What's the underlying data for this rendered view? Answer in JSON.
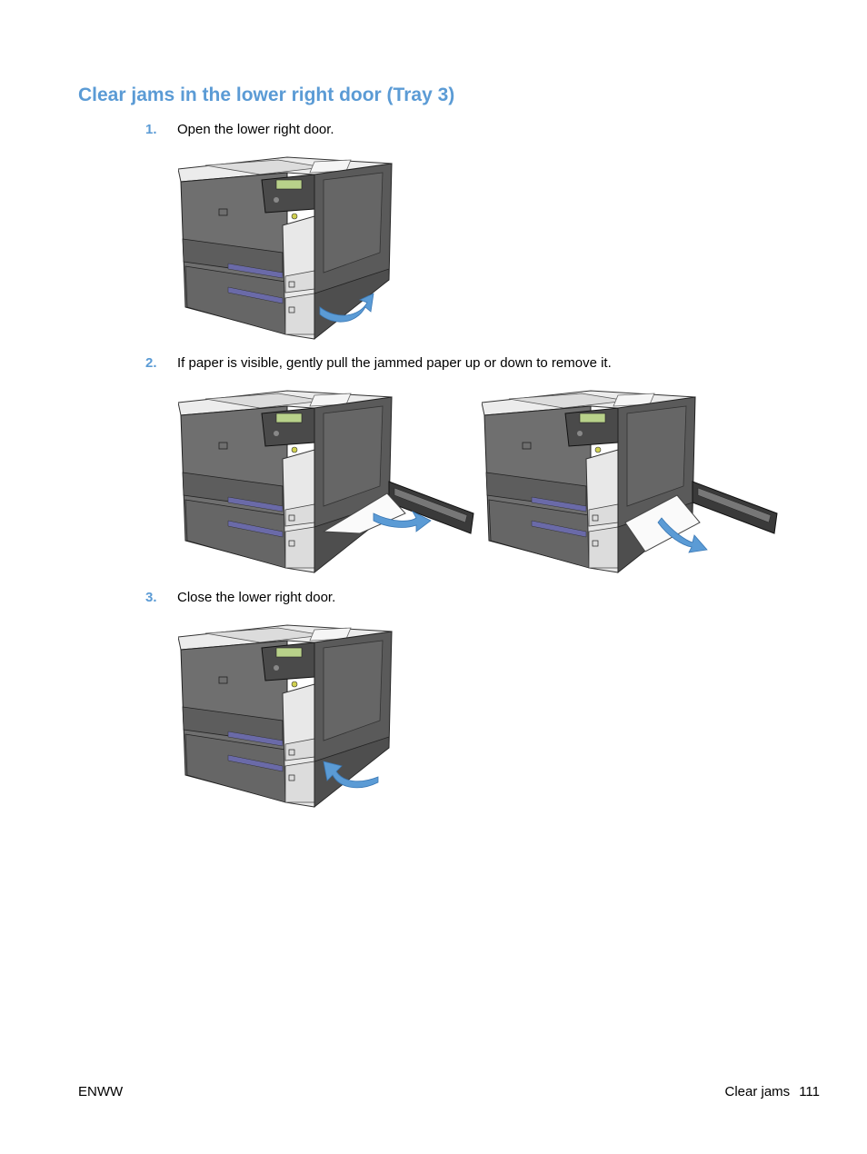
{
  "header": {
    "title": "Clear jams in the lower right door (Tray 3)"
  },
  "steps": [
    {
      "number": "1.",
      "text": "Open the lower right door."
    },
    {
      "number": "2.",
      "text": "If paper is visible, gently pull the jammed paper up or down to remove it."
    },
    {
      "number": "3.",
      "text": "Close the lower right door."
    }
  ],
  "footer": {
    "left": "ENWW",
    "section": "Clear jams",
    "page": "111"
  },
  "colors": {
    "accent": "#5b9bd5",
    "arrow": "#5b9bd5"
  }
}
